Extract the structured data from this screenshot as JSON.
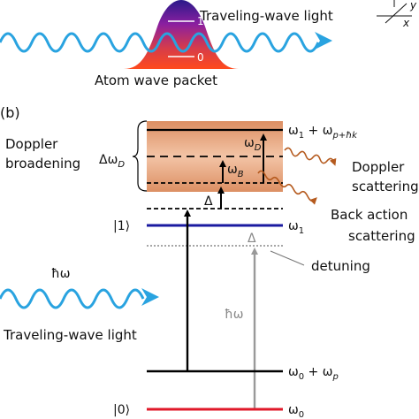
{
  "top_panel": {
    "traveling_wave_label": "Traveling-wave light",
    "atom_packet_label": "Atom wave packet",
    "level_upper": "1",
    "level_lower": "0",
    "axis_x": "x",
    "axis_y": "y",
    "wave_color": "#2a8fd6",
    "packet_gradient": [
      "#2a1a8a",
      "#8b1fa0",
      "#d63c4a",
      "#ff4a1c"
    ]
  },
  "panel_b": {
    "panel_label": "(b)",
    "doppler_broadening": [
      "Doppler",
      "broadening"
    ],
    "delta_omega_D": "Δω",
    "delta_omega_D_sub": "D",
    "omega_D": "ω",
    "omega_D_sub": "D",
    "omega_B": "ω",
    "omega_B_sub": "B",
    "delta": "Δ",
    "delta_gray": "Δ",
    "level_top": "ω",
    "level_top_parts": {
      "a": "1",
      "plus": " + ω",
      "b": "p+ħk"
    },
    "level_1": "ω",
    "level_1_sub": "1",
    "ket_1": "|1⟩",
    "ket_0": "|0⟩",
    "level_p": "ω",
    "level_p_parts": {
      "a": "0",
      "plus": " + ω",
      "b": "p"
    },
    "level_0": "ω",
    "level_0_sub": "0",
    "doppler_scattering": [
      "Doppler",
      "scattering"
    ],
    "back_action_scattering": [
      "Back action",
      "scattering"
    ],
    "detuning": "detuning",
    "hbar_omega_left": "ħω",
    "hbar_omega_center": "ħω",
    "traveling_wave_label": "Traveling-wave light",
    "band_color": "#e9a77e",
    "level_1_color": "#1a1aa0",
    "level_0_color": "#e0192a",
    "wavy_color": "#b55a1e"
  }
}
